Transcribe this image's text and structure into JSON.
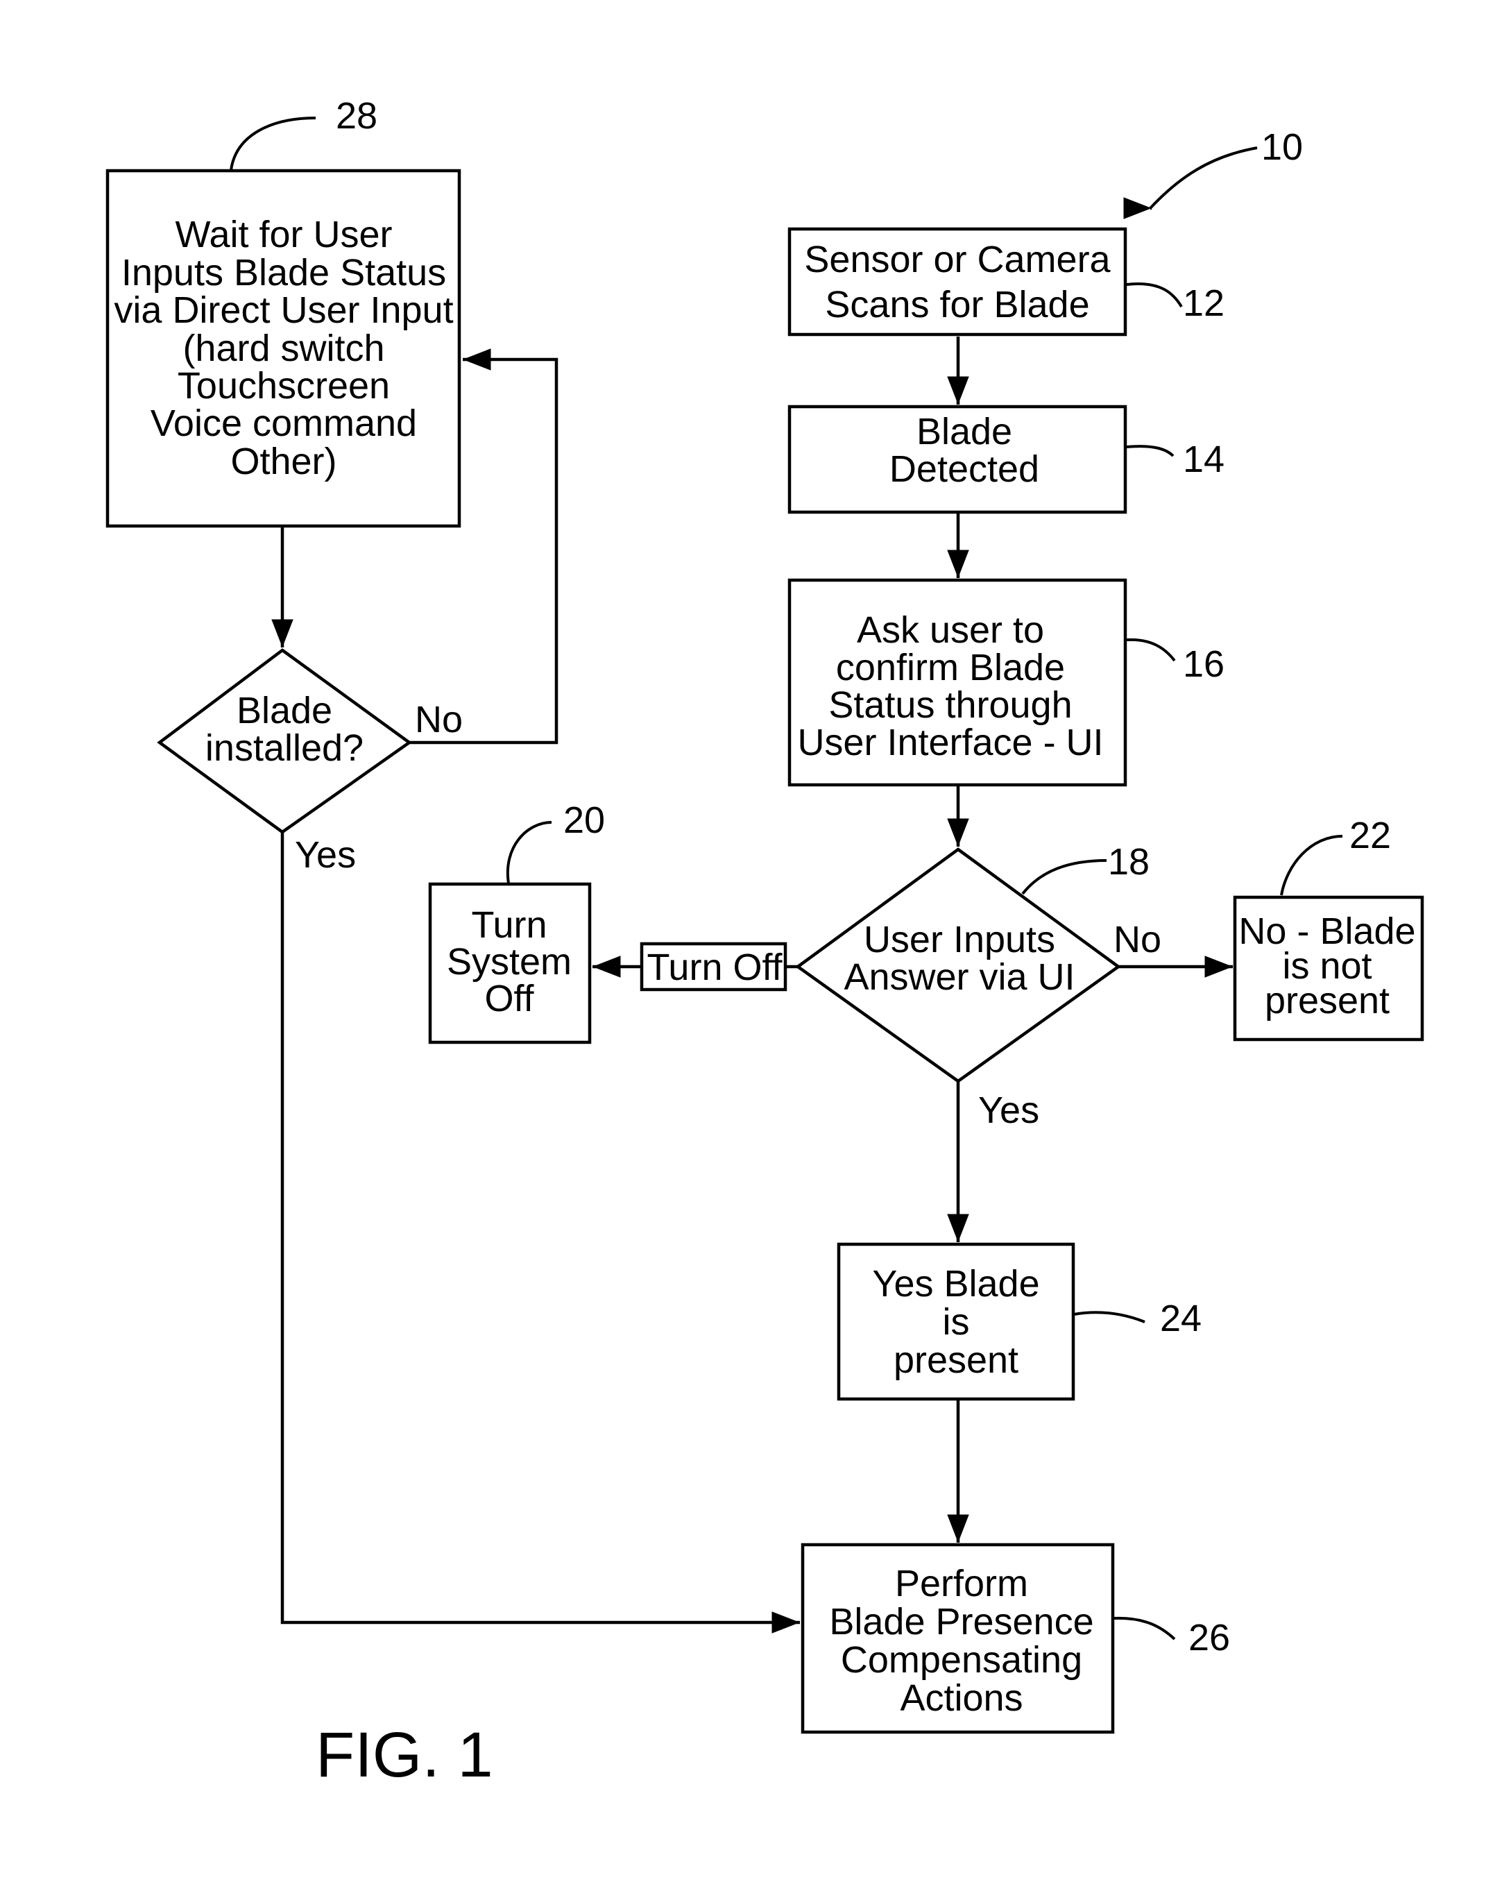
{
  "figure_label": "FIG. 1",
  "refs": {
    "r10": "10",
    "r12": "12",
    "r14": "14",
    "r16": "16",
    "r18": "18",
    "r20": "20",
    "r22": "22",
    "r24": "24",
    "r26": "26",
    "r28": "28"
  },
  "boxes": {
    "wait_for_user": [
      "Wait for User",
      "Inputs Blade Status",
      "via Direct User Input",
      "(hard switch",
      "Touchscreen",
      "Voice command",
      "Other)"
    ],
    "sensor_scan": [
      "Sensor or Camera",
      "Scans for Blade"
    ],
    "blade_detected": [
      "Blade",
      "Detected"
    ],
    "ask_user": [
      "Ask user to",
      "confirm Blade",
      "Status through",
      "User Interface - UI"
    ],
    "turn_system_off": [
      "Turn",
      "System",
      "Off"
    ],
    "no_blade": [
      "No - Blade",
      "is not",
      "present"
    ],
    "yes_blade": [
      "Yes Blade",
      "is",
      "present"
    ],
    "perform_actions": [
      "Perform",
      "Blade Presence",
      "Compensating",
      "Actions"
    ]
  },
  "decisions": {
    "blade_installed": [
      "Blade",
      "installed?"
    ],
    "user_inputs": [
      "User Inputs",
      "Answer via UI"
    ]
  },
  "edge_labels": {
    "installed_no": "No",
    "installed_yes": "Yes",
    "ui_no": "No",
    "ui_yes": "Yes",
    "turn_off": "Turn Off"
  }
}
